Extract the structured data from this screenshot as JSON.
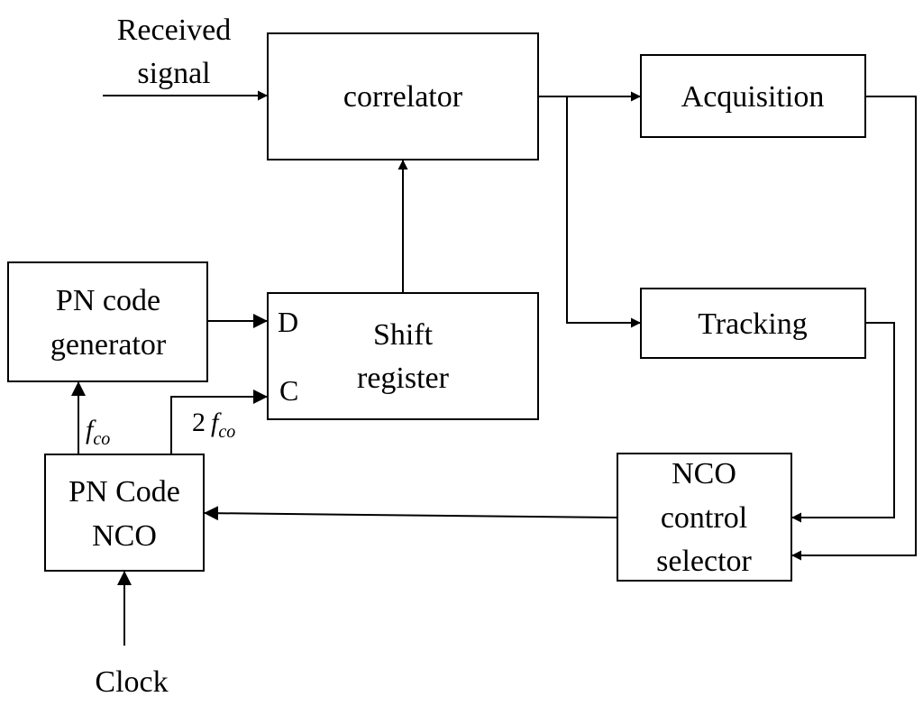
{
  "blocks": {
    "correlator": "correlator",
    "acquisition": "Acquisition",
    "tracking": "Tracking",
    "pn_generator": [
      "PN code",
      "generator"
    ],
    "shift_register": [
      "Shift",
      "register"
    ],
    "shift_register_pins": {
      "data": "D",
      "clock": "C"
    },
    "nco": [
      "PN Code",
      "NCO"
    ],
    "nco_selector": [
      "NCO",
      "control",
      "selector"
    ]
  },
  "signals": {
    "input": [
      "Received",
      "signal"
    ],
    "clock": "Clock",
    "fco": {
      "symbol": "f",
      "subscript": "co"
    },
    "two_fco": {
      "prefix": "2",
      "symbol": "f",
      "subscript": "co"
    }
  }
}
